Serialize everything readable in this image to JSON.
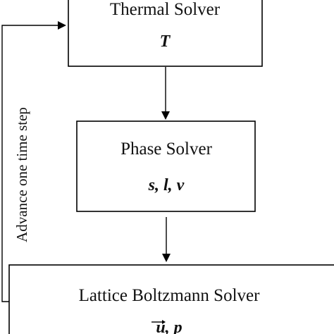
{
  "diagram": {
    "nodes": [
      {
        "id": "thermal",
        "title": "Thermal Solver",
        "variables": "T"
      },
      {
        "id": "phase",
        "title": "Phase Solver",
        "variables": "s, l, v"
      },
      {
        "id": "lbm",
        "title": "Lattice Boltzmann Solver",
        "variables": "u, p"
      }
    ],
    "edges": [
      {
        "from": "thermal",
        "to": "phase"
      },
      {
        "from": "phase",
        "to": "lbm"
      },
      {
        "from": "lbm",
        "to": "thermal",
        "label": "Advance one time step"
      }
    ],
    "loop_label": "Advance one time step",
    "colors": {
      "stroke": "#000000",
      "text": "#111111",
      "background": "#ffffff"
    }
  }
}
